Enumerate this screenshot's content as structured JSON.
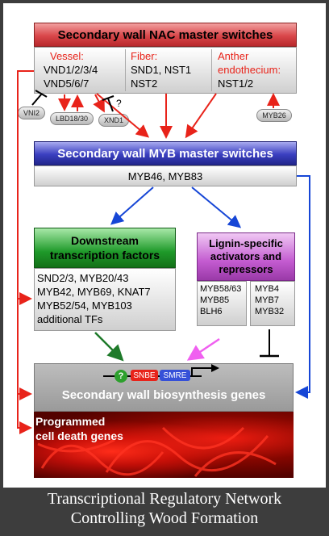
{
  "nac": {
    "title": "Secondary wall NAC master switches",
    "vessel_label": "Vessel:",
    "vessel_line1": "VND1/2/3/4",
    "vessel_line2": "VND5/6/7",
    "fiber_label": "Fiber:",
    "fiber_line1": "SND1, NST1",
    "fiber_line2": "NST2",
    "anther_label1": "Anther",
    "anther_label2": "endothecium:",
    "anther_line1": "NST1/2"
  },
  "regulators": {
    "vni2": "VNI2",
    "lbd": "LBD18/30",
    "xnd1": "XND1",
    "myb26": "MYB26",
    "question": "?"
  },
  "myb": {
    "title": "Secondary wall MYB master switches",
    "members": "MYB46, MYB83"
  },
  "downstream": {
    "title_line1": "Downstream",
    "title_line2": "transcription factors",
    "lines": [
      "SND2/3, MYB20/43",
      "MYB42, MYB69, KNAT7",
      "MYB52/54, MYB103",
      "additional TFs"
    ]
  },
  "lignin": {
    "title_line1": "Lignin-specific",
    "title_line2": "activators and",
    "title_line3": "repressors",
    "activators": [
      "MYB58/63",
      "MYB85",
      "BLH6"
    ],
    "repressors": [
      "MYB4",
      "MYB7",
      "MYB32"
    ]
  },
  "biosynthesis": {
    "question": "?",
    "snbe": "SNBE",
    "smre": "SMRE",
    "title": "Secondary wall biosynthesis genes"
  },
  "pcd": {
    "line1": "Programmed",
    "line2": "cell death genes"
  },
  "caption": {
    "line1": "Transcriptional Regulatory Network",
    "line2": "Controlling Wood Formation"
  },
  "colors": {
    "nac_header": "#d9474a",
    "myb_header": "#3a3fc0",
    "downstream_header": "#1f9a2a",
    "lignin_header": "#c35bd0",
    "arrow_red": "#e8231a",
    "arrow_blue": "#1646d6",
    "arrow_green": "#1e7a2a",
    "arrow_magenta": "#f060f0"
  }
}
